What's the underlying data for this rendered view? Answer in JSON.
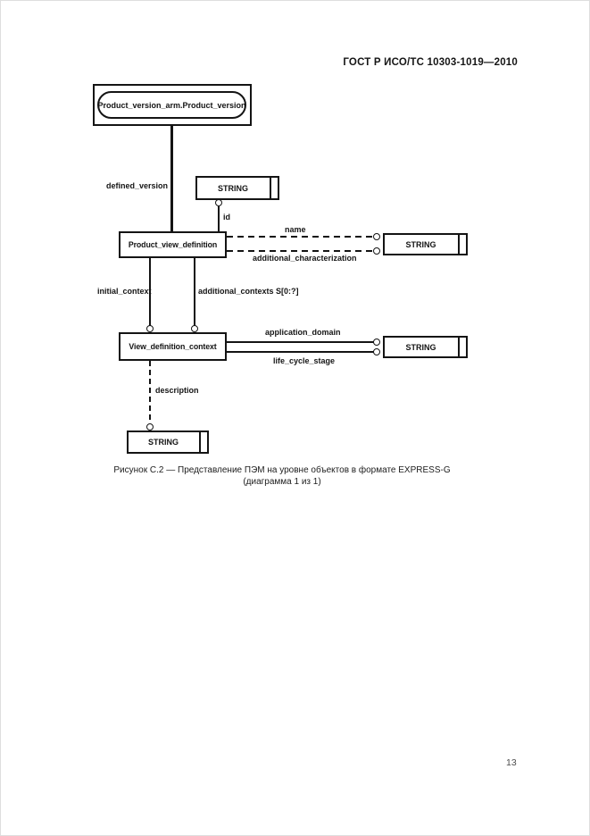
{
  "header": {
    "title": "ГОСТ Р ИСО/ТС 10303-1019—2010"
  },
  "diagram": {
    "arm_entity": "Product_version_arm.Product_version",
    "string_type": "STRING",
    "entity_product_view_definition": "Product_view_definition",
    "entity_view_definition_context": "View_definition_context",
    "attr_defined_version": "defined_version",
    "attr_id": "id",
    "attr_name": "name",
    "attr_additional_characterization": "additional_characterization",
    "attr_initial_context": "initial_context",
    "attr_additional_contexts": "additional_contexts S[0:?]",
    "attr_application_domain": "application_domain",
    "attr_life_cycle_stage": "life_cycle_stage",
    "attr_description": "description"
  },
  "caption": {
    "line1": "Рисунок С.2 — Представление ПЭМ на уровне объектов в формате EXPRESS-G",
    "line2": "(диаграмма 1 из 1)"
  },
  "footer": {
    "page_number": "13"
  }
}
